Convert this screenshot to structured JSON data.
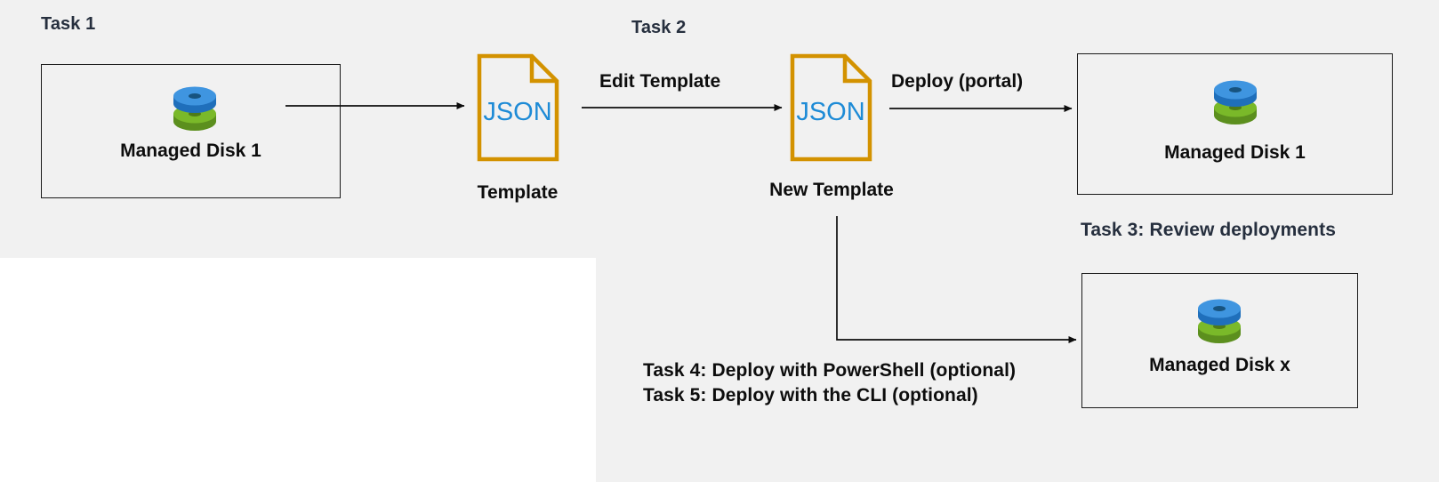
{
  "diagram": {
    "title_semantic": "azure-managed-disk-template-deployment-workflow",
    "background_color": "#ffffff",
    "panel_color": "#f1f1f1",
    "accent_colors": {
      "json_outline": "#d39200",
      "json_text": "#1e8bd6",
      "disk_blue": "#3f95e0",
      "disk_green": "#7ab929",
      "section_title": "#262f3e",
      "stroke": "#1a1a1a"
    }
  },
  "panels": {
    "left": {
      "name": "task-1-panel"
    },
    "right": {
      "name": "task-2-panel"
    }
  },
  "sections": {
    "task1": {
      "label": "Task 1"
    },
    "task2": {
      "label": "Task 2"
    },
    "task3": {
      "label": "Task 3: Review deployments"
    },
    "task4": {
      "label": "Task 4: Deploy with PowerShell (optional)"
    },
    "task5": {
      "label": "Task 5: Deploy with the CLI (optional)"
    }
  },
  "nodes": {
    "source_disk": {
      "label": "Managed Disk 1",
      "icon": "managed-disk-icon"
    },
    "template": {
      "icon_text": "JSON",
      "caption": "Template",
      "icon": "json-file-icon"
    },
    "new_template": {
      "icon_text": "JSON",
      "caption": "New Template",
      "icon": "json-file-icon"
    },
    "deployed_disk_1": {
      "label": "Managed Disk 1",
      "icon": "managed-disk-icon"
    },
    "deployed_disk_x": {
      "label": "Managed Disk x",
      "icon": "managed-disk-icon"
    }
  },
  "edges": {
    "export": {
      "label": ""
    },
    "edit_template": {
      "label": "Edit Template"
    },
    "deploy_portal": {
      "label": "Deploy (portal)"
    },
    "deploy_scripted": {
      "label": ""
    }
  }
}
